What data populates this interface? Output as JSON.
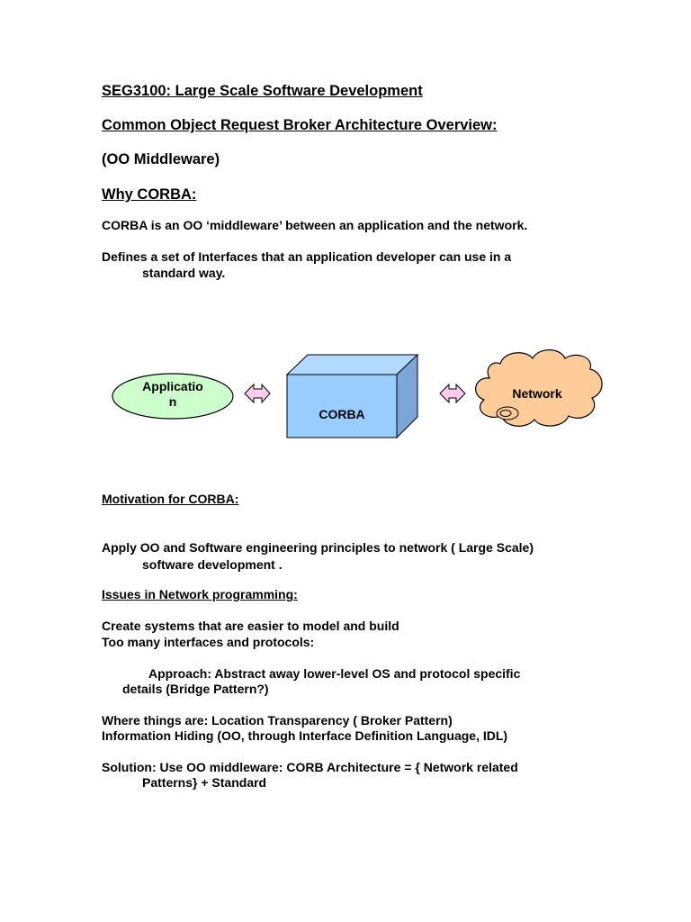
{
  "document": {
    "course_title": "SEG3100: Large Scale Software Development",
    "overview_title": "Common Object Request Broker Architecture Overview:",
    "subtitle": "(OO Middleware)",
    "why_heading": "Why CORBA:",
    "why_para1": "CORBA is an OO ‘middleware’ between an application and the network.",
    "why_para2_line1": "Defines a set of Interfaces that an application developer can use in a",
    "why_para2_line2": "standard way."
  },
  "diagram": {
    "application_label_line1": "Applicatio",
    "application_label_line2": "n",
    "corba_label": "CORBA",
    "network_label": "Network",
    "colors": {
      "application_fill": "#ccffcc",
      "corba_front": "#99ccff",
      "corba_top": "#b3d9ff",
      "corba_side": "#7aa7d8",
      "network_fill": "#ffcc99",
      "arrow_fill": "#ffccee"
    }
  },
  "motivation": {
    "heading": "Motivation for CORBA:",
    "para_line1": "Apply OO and Software engineering principles to network ( Large Scale)",
    "para_line2": "software development ."
  },
  "issues": {
    "heading": "Issues in Network programming:",
    "line1": "Create systems that are easier to model and build",
    "line2": "Too many interfaces and protocols:",
    "approach_line1": "Approach: Abstract away lower-level OS and protocol specific",
    "approach_line2": "details (Bridge Pattern?)",
    "where_line": "Where things are: Location Transparency ( Broker Pattern)",
    "info_line": "Information Hiding (OO, through Interface Definition Language, IDL)",
    "solution_line1": "Solution: Use OO middleware: CORB Architecture = { Network related",
    "solution_line2": "Patterns} + Standard"
  }
}
